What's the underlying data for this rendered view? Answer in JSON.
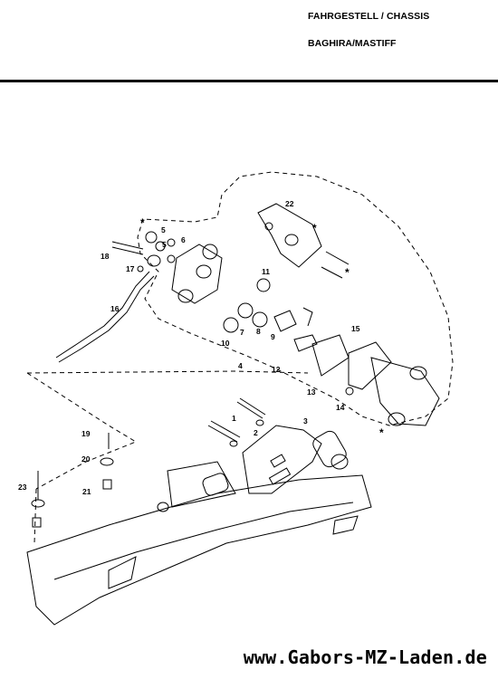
{
  "header": {
    "line1": "FAHRGESTELL / CHASSIS",
    "line2": "BAGHIRA/MASTIFF"
  },
  "callouts": [
    {
      "id": "22",
      "label": "22"
    },
    {
      "id": "18",
      "label": "18"
    },
    {
      "id": "17",
      "label": "17"
    },
    {
      "id": "5a",
      "label": "5"
    },
    {
      "id": "6",
      "label": "6"
    },
    {
      "id": "5b",
      "label": "5"
    },
    {
      "id": "11",
      "label": "11"
    },
    {
      "id": "16",
      "label": "16"
    },
    {
      "id": "7",
      "label": "7"
    },
    {
      "id": "8",
      "label": "8"
    },
    {
      "id": "9",
      "label": "9"
    },
    {
      "id": "10",
      "label": "10"
    },
    {
      "id": "15",
      "label": "15"
    },
    {
      "id": "4",
      "label": "4"
    },
    {
      "id": "12",
      "label": "12"
    },
    {
      "id": "13",
      "label": "13"
    },
    {
      "id": "14",
      "label": "14"
    },
    {
      "id": "1",
      "label": "1"
    },
    {
      "id": "3",
      "label": "3"
    },
    {
      "id": "2",
      "label": "2"
    },
    {
      "id": "19",
      "label": "19"
    },
    {
      "id": "20",
      "label": "20"
    },
    {
      "id": "23",
      "label": "23"
    },
    {
      "id": "21",
      "label": "21"
    }
  ],
  "markers": {
    "asterisk": "*"
  },
  "footer": {
    "url": "www.Gabors-MZ-Laden.de"
  }
}
